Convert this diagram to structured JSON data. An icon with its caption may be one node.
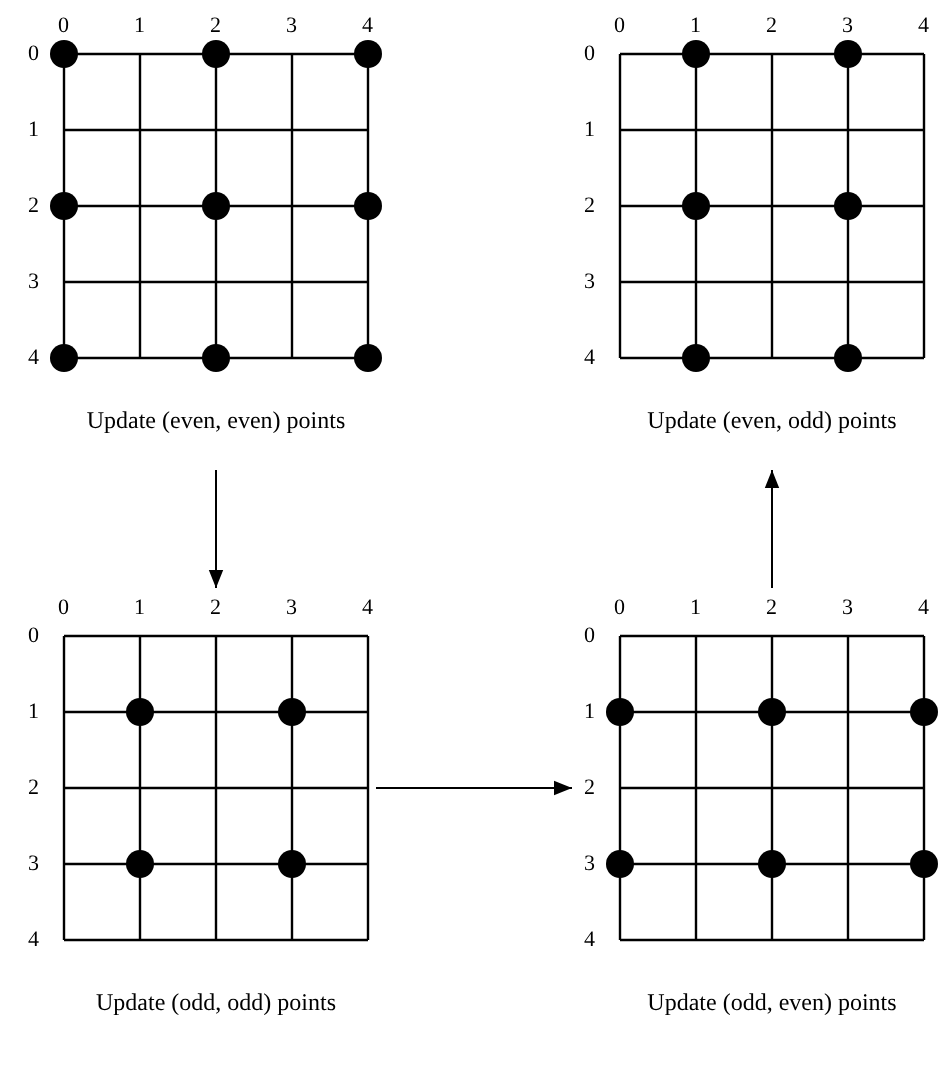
{
  "diagram": {
    "nodes": [
      {
        "text": [
          "Update (even, even) points"
        ]
      },
      {
        "text": [
          "Update (even, odd) points"
        ]
      },
      {
        "text": [
          "Update (odd, odd) points"
        ]
      },
      {
        "text": [
          "Update (odd, even) points"
        ]
      }
    ],
    "edges": [
      {
        "from": 0,
        "to": 2,
        "arrow": "to"
      },
      {
        "from": 2,
        "to": 3,
        "arrow": "to"
      },
      {
        "from": 3,
        "to": 1,
        "arrow": "to"
      }
    ],
    "labels": [
      "0",
      "1",
      "2",
      "3",
      "4",
      "0",
      "1",
      "2",
      "3",
      "4",
      "0",
      "1",
      "2",
      "3",
      "4",
      "0",
      "1",
      "2",
      "3",
      "4",
      "0",
      "1",
      "2",
      "3",
      "4",
      "0",
      "1",
      "2",
      "3",
      "4",
      "0",
      "1",
      "2",
      "3",
      "4",
      "0",
      "1",
      "2",
      "3",
      "4"
    ]
  }
}
